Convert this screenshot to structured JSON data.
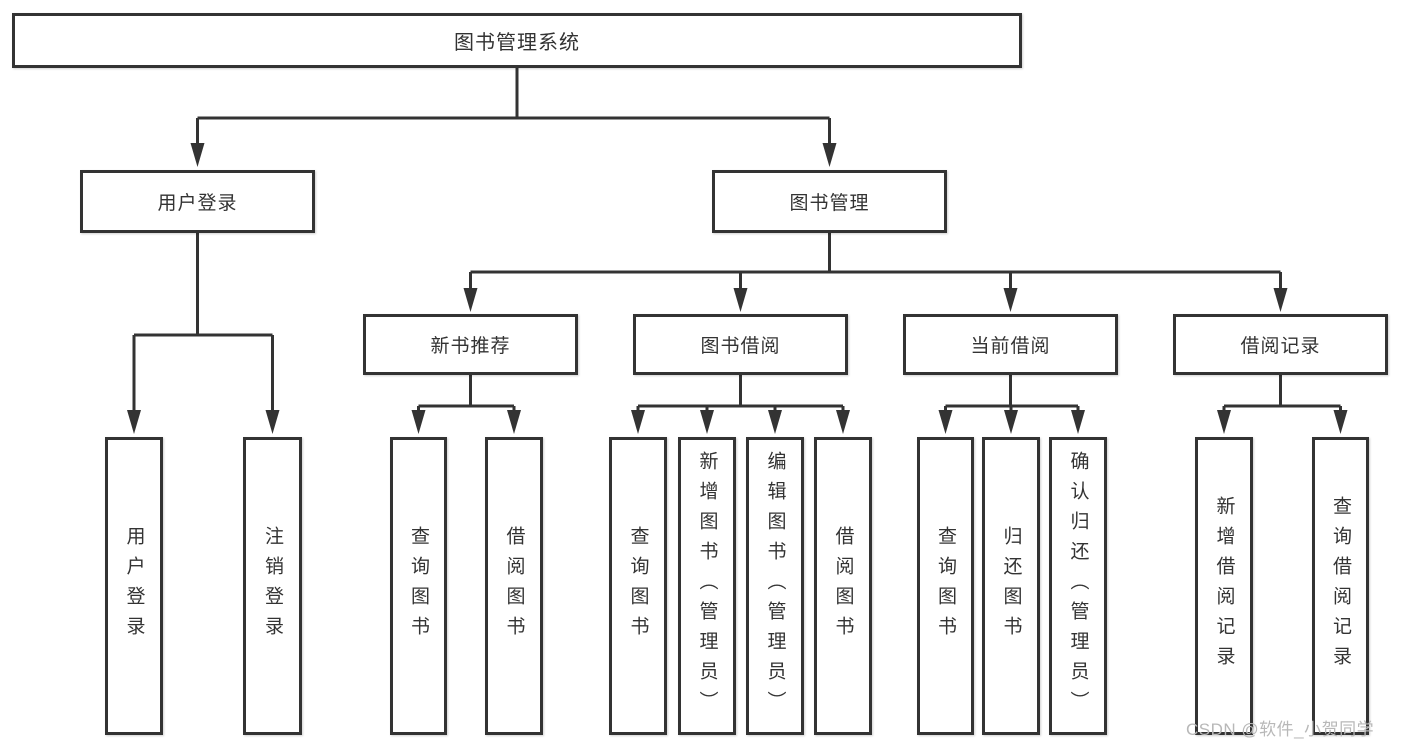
{
  "tree": {
    "root": {
      "label": "图书管理系统"
    },
    "branches": [
      {
        "label": "用户登录",
        "children": [
          "用户登录",
          "注销登录"
        ]
      },
      {
        "label": "图书管理",
        "children": [
          {
            "label": "新书推荐",
            "children": [
              "查询图书",
              "借阅图书"
            ]
          },
          {
            "label": "图书借阅",
            "children": [
              "查询图书",
              "新增图书（管理员）",
              "编辑图书（管理员）",
              "借阅图书"
            ]
          },
          {
            "label": "当前借阅",
            "children": [
              "查询图书",
              "归还图书",
              "确认归还（管理员）"
            ]
          },
          {
            "label": "借阅记录",
            "children": [
              "新增借阅记录",
              "查询借阅记录"
            ]
          }
        ]
      }
    ]
  },
  "watermark": {
    "text": "CSDN @软件_小贺同学"
  },
  "colors": {
    "line": "#333333",
    "border": "#333333",
    "text": "#333333",
    "watermark": "#b8b8b8",
    "background": "#ffffff"
  }
}
